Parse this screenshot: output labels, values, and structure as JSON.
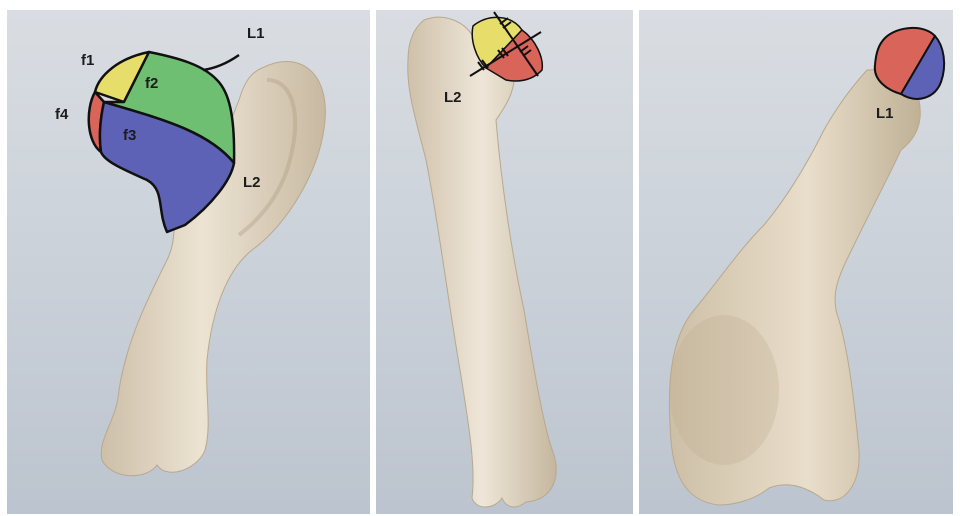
{
  "panels": [
    {
      "view": "head-region-segmentation",
      "labels": {
        "f1": "f1",
        "f2": "f2",
        "f3": "f3",
        "f4": "f4",
        "L1": "L1",
        "L2": "L2"
      },
      "colors": {
        "f1": "#e6dd6a",
        "f2": "#6fbf73",
        "f3": "#5e62b6",
        "f4": "#d9645a"
      }
    },
    {
      "view": "shaft-lateral-view",
      "labels": {
        "L2": "L2"
      },
      "colors": {
        "yellow": "#e6dd6a",
        "red": "#d9645a"
      }
    },
    {
      "view": "distal-view",
      "labels": {
        "L1": "L1"
      },
      "colors": {
        "red": "#d9645a",
        "blue": "#5e62b6"
      }
    }
  ],
  "bone_color": "#e2d6c2",
  "outline_color": "#111111"
}
